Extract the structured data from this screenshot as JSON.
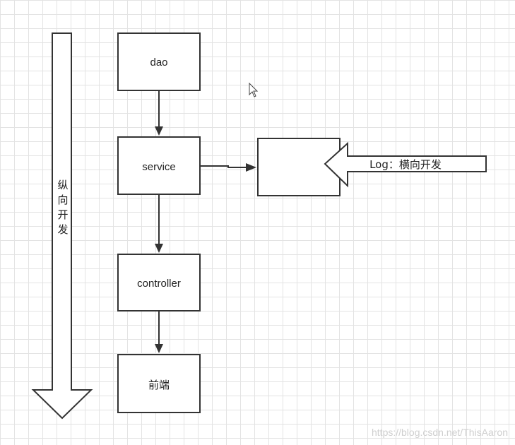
{
  "nodes": {
    "dao": "dao",
    "service": "service",
    "controller": "controller",
    "frontend": "前端",
    "log": "Log：横向开发"
  },
  "vertical_label": "纵向开发",
  "watermark": "https://blog.csdn.net/ThisAaron"
}
